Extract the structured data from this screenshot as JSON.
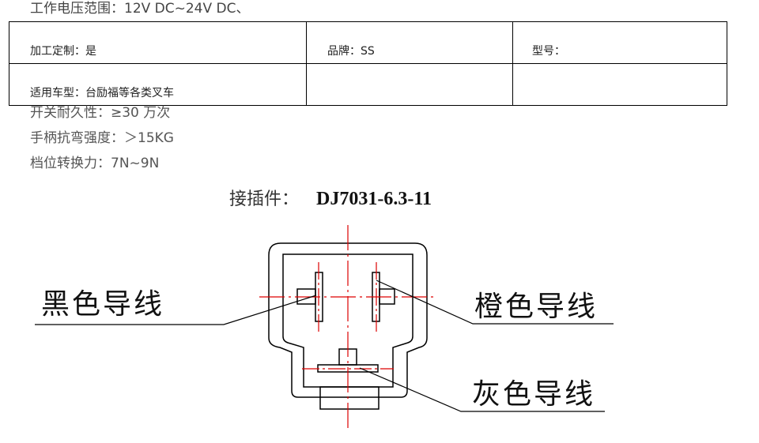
{
  "header": {
    "voltage_range": "工作电压范围：12V DC~24V DC、"
  },
  "spec_table": {
    "rows": [
      [
        "加工定制：是",
        "品牌：SS",
        "型号："
      ],
      [
        "适用车型：台励福等各类叉车",
        "",
        ""
      ]
    ]
  },
  "specs": {
    "durability": "开关耐久性：≥30 万次",
    "bending_strength": "手柄抗弯强度：＞15KG",
    "shift_force": "档位转换力：7N~9N"
  },
  "connector": {
    "label": "接插件：",
    "model": "DJ7031-6.3-11"
  },
  "wires": {
    "black": "黑色导线",
    "orange": "橙色导线",
    "grey": "灰色导线"
  },
  "colors": {
    "centerline": "#dd0000",
    "outline": "#000000"
  }
}
